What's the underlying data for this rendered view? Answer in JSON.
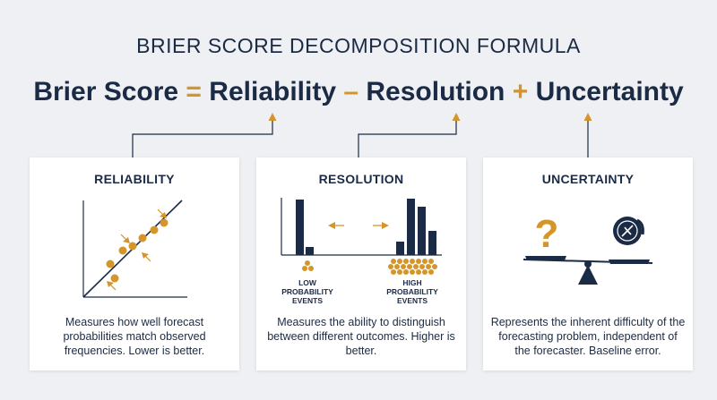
{
  "title": "BRIER SCORE DECOMPOSITION FORMULA",
  "formula": {
    "term1": "Brier Score",
    "op1": "=",
    "term2": "Reliability",
    "op2": "–",
    "term3": "Resolution",
    "op3": "+",
    "term4": "Uncertainty"
  },
  "colors": {
    "navy": "#1b2a45",
    "accent": "#d4952a",
    "background": "#eef0f3"
  },
  "cards": [
    {
      "title": "RELIABILITY",
      "icon": "calibration-scatter-plot",
      "description": "Measures how well forecast probabilities match observed frequencies. Lower is better."
    },
    {
      "title": "RESOLUTION",
      "icon": "probability-histogram",
      "low_label": [
        "LOW",
        "PROBABILITY",
        "EVENTS"
      ],
      "high_label": [
        "HIGH",
        "PROBABILITY",
        "EVENTS"
      ],
      "description": "Measures the ability to distinguish between different outcomes. Higher is better."
    },
    {
      "title": "UNCERTAINTY",
      "icon": "balance-scale",
      "question_mark": "?",
      "description": "Represents the inherent difficulty of the forecasting problem, independent of the forecaster. Baseline error."
    }
  ]
}
